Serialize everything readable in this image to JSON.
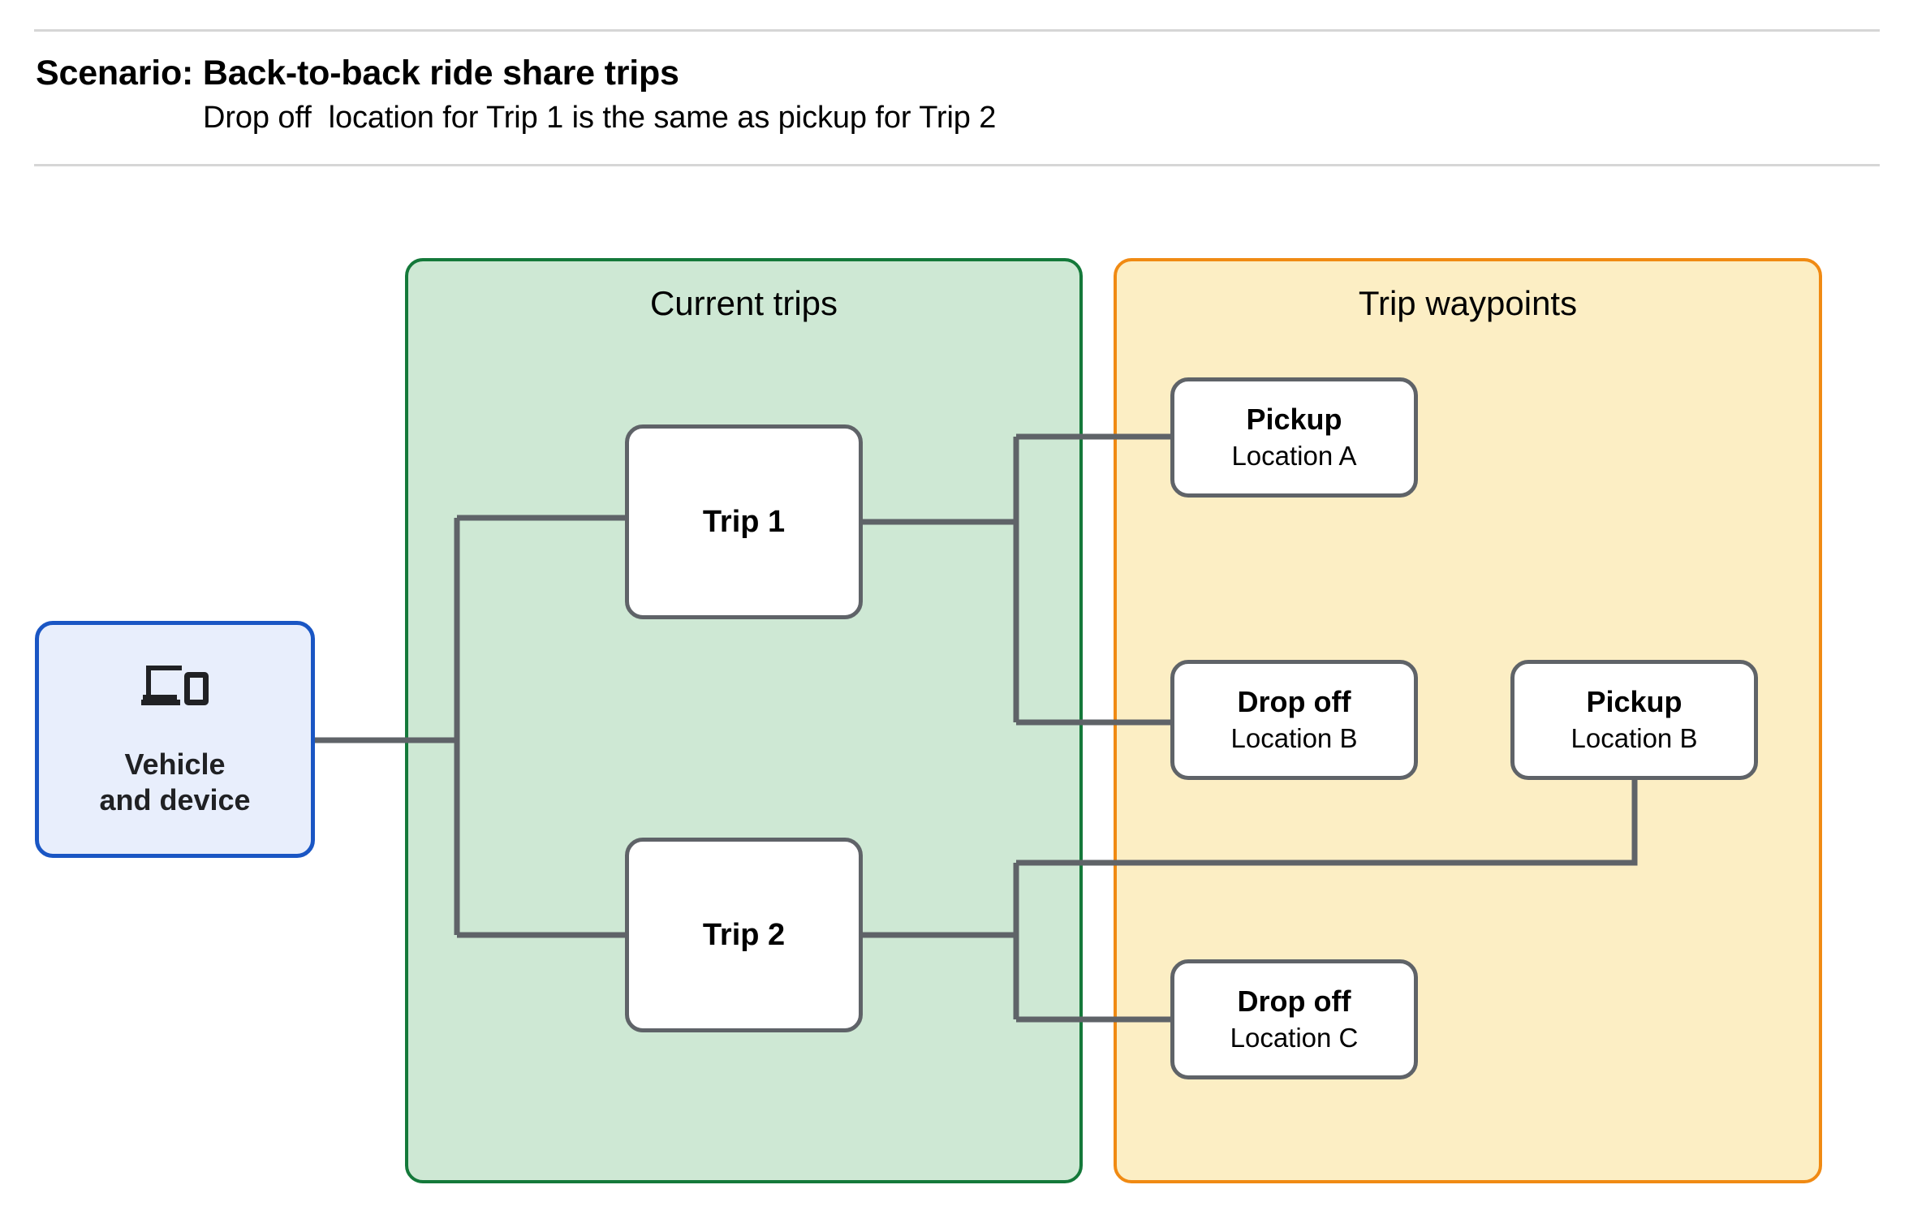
{
  "header": {
    "title": "Scenario: Back-to-back ride share trips",
    "subtitle": "Drop off  location for Trip 1 is the same as pickup for Trip 2"
  },
  "source_node": {
    "label": "Vehicle\nand device",
    "icon": "devices-icon",
    "fill": "#e8eefc",
    "stroke": "#1a56c4"
  },
  "groups": [
    {
      "id": "current-trips",
      "title": "Current trips",
      "fill": "#cee8d4",
      "stroke": "#14793a"
    },
    {
      "id": "trip-waypoints",
      "title": "Trip waypoints",
      "fill": "#fceec4",
      "stroke": "#f08a13"
    }
  ],
  "trips": [
    {
      "id": "trip-1",
      "label": "Trip 1"
    },
    {
      "id": "trip-2",
      "label": "Trip 2"
    }
  ],
  "waypoints": [
    {
      "id": "pickup-a",
      "title": "Pickup",
      "location": "Location A"
    },
    {
      "id": "dropoff-b",
      "title": "Drop off",
      "location": "Location B"
    },
    {
      "id": "pickup-b",
      "title": "Pickup",
      "location": "Location B"
    },
    {
      "id": "dropoff-c",
      "title": "Drop off",
      "location": "Location C"
    }
  ],
  "edges": [
    {
      "from": "vehicle-device",
      "to": "trip-1"
    },
    {
      "from": "vehicle-device",
      "to": "trip-2"
    },
    {
      "from": "trip-1",
      "to": "pickup-a"
    },
    {
      "from": "trip-1",
      "to": "dropoff-b"
    },
    {
      "from": "trip-2",
      "to": "pickup-b"
    },
    {
      "from": "trip-2",
      "to": "dropoff-c"
    }
  ],
  "styles": {
    "connector_color": "#5f6368",
    "node_border": "#5f6368",
    "node_fill": "#ffffff",
    "rule_color": "#d6d6d6",
    "text_color": "#000000"
  }
}
